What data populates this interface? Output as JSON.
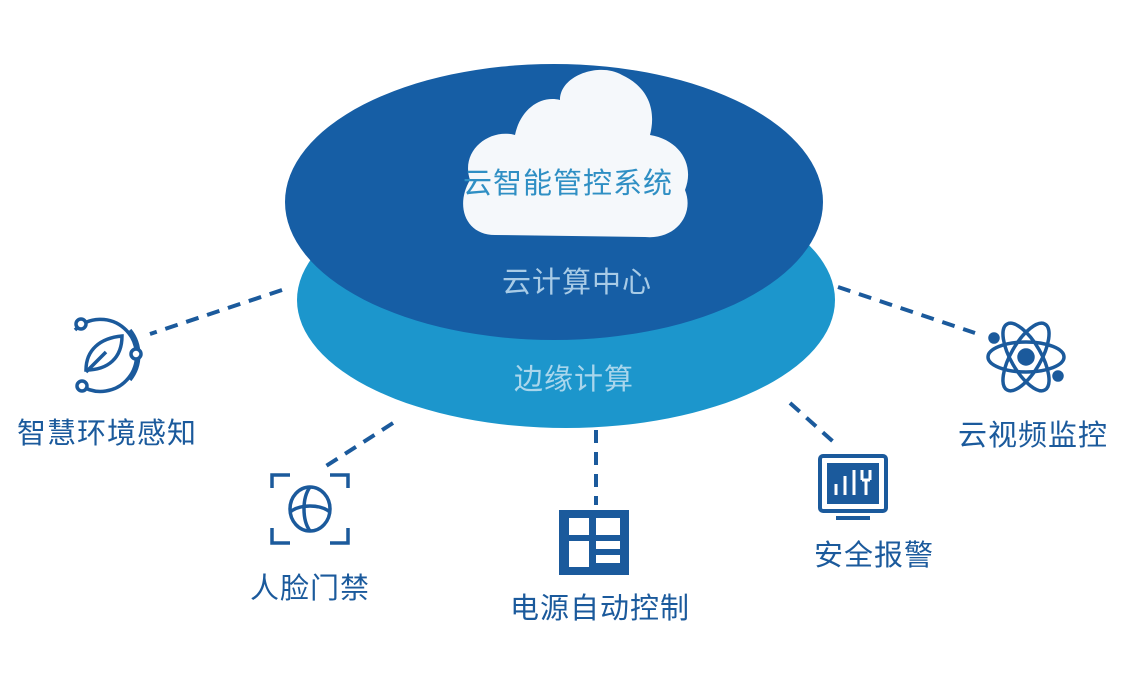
{
  "colors": {
    "dark_blue": "#165ea5",
    "light_blue": "#1c96cc",
    "icon_blue": "#1b5a9c",
    "cloud_fill": "#f5f8fb",
    "cloud_text": "#2f8fc4",
    "layer_text_top": "#a8cbe6",
    "layer_text_bottom": "#a9d6ec"
  },
  "center": {
    "cloud_label": "云智能管控系统",
    "top_layer_label": "云计算中心",
    "bottom_layer_label": "边缘计算"
  },
  "nodes": [
    {
      "id": "env",
      "label": "智慧环境感知",
      "icon": "leaf-orbit-icon"
    },
    {
      "id": "face",
      "label": "人脸门禁",
      "icon": "face-scan-icon"
    },
    {
      "id": "power",
      "label": "电源自动控制",
      "icon": "control-panel-icon"
    },
    {
      "id": "alarm",
      "label": "安全报警",
      "icon": "monitor-alarm-icon"
    },
    {
      "id": "video",
      "label": "云视频监控",
      "icon": "atom-icon"
    }
  ]
}
